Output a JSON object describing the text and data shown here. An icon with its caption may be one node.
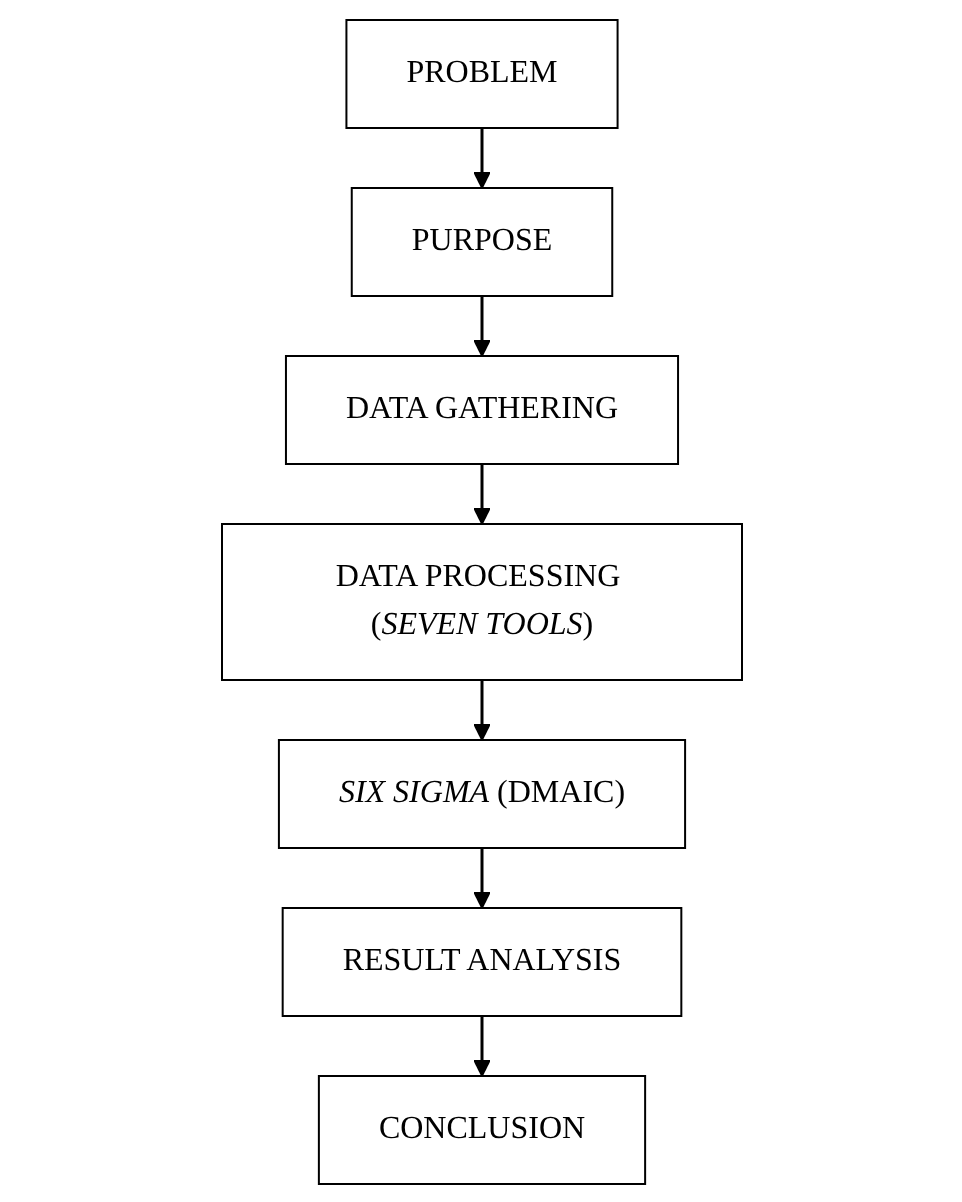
{
  "diagram": {
    "nodes": [
      {
        "text": [
          "PROBLEM"
        ]
      },
      {
        "text": [
          "PURPOSE"
        ]
      },
      {
        "text": [
          "DATA GATHERING"
        ]
      },
      {
        "text": [
          "DATA PROCESSING (*SEVEN TOOLS*)"
        ]
      },
      {
        "text": [
          "*SIX SIGMA* (DMAIC)"
        ]
      },
      {
        "text": [
          "RESULT ANALYSIS"
        ]
      },
      {
        "text": [
          "CONCLUSION"
        ]
      }
    ],
    "edges": [
      {
        "from": 0,
        "to": 1,
        "arrow": "to"
      },
      {
        "from": 1,
        "to": 2,
        "arrow": "to"
      },
      {
        "from": 2,
        "to": 3,
        "arrow": "to"
      },
      {
        "from": 3,
        "to": 4,
        "arrow": "to"
      },
      {
        "from": 4,
        "to": 5,
        "arrow": "to"
      },
      {
        "from": 5,
        "to": 6,
        "arrow": "to"
      }
    ]
  }
}
